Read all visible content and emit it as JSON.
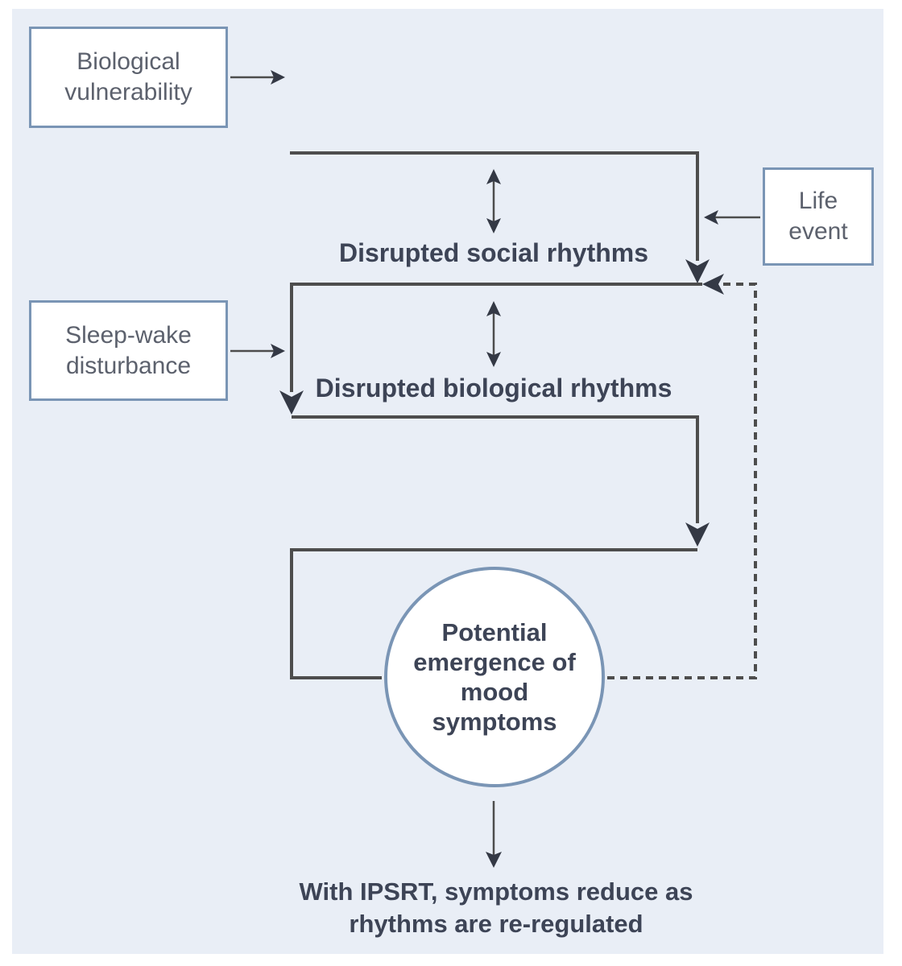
{
  "nodes": {
    "biological_vulnerability": "Biological\nvulnerability",
    "sleep_wake_disturbance": "Sleep-wake\ndisturbance",
    "life_event": "Life\nevent",
    "disrupted_social_rhythms": "Disrupted social rhythms",
    "disrupted_biological_rhythms": "Disrupted biological rhythms",
    "mood_symptoms_circle": "Potential\nemergence of\nmood\nsymptoms",
    "outcome": "With IPSRT, symptoms reduce as\nrhythms are re-regulated"
  },
  "colors": {
    "panel_background": "#e9eef6",
    "node_border": "#7a95b5",
    "flow_line": "#4d4d4d",
    "arrowhead": "#343945",
    "node_text": "#5c616d",
    "label_text": "#3d4456"
  }
}
